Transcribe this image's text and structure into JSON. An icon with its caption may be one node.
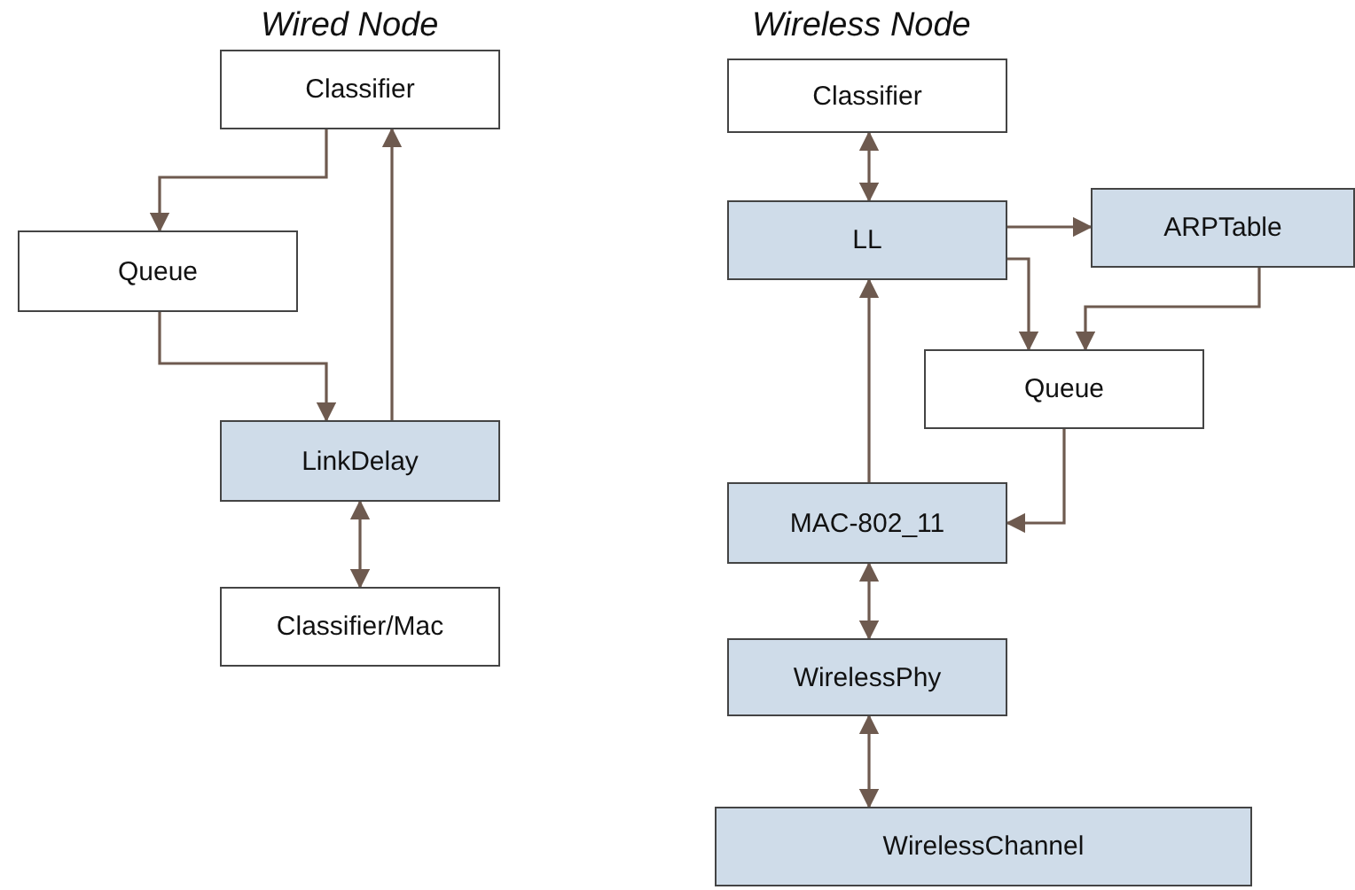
{
  "diagram": {
    "nodes": [
      {
        "text": [
          "Classifier"
        ]
      },
      {
        "text": [
          "Queue"
        ]
      },
      {
        "text": [
          "LinkDelay"
        ]
      },
      {
        "text": [
          "Classifier/Mac"
        ]
      },
      {
        "text": [
          "Classifier"
        ]
      },
      {
        "text": [
          "LL"
        ]
      },
      {
        "text": [
          "ARPTable"
        ]
      },
      {
        "text": [
          "Queue"
        ]
      },
      {
        "text": [
          "MAC-802_11"
        ]
      },
      {
        "text": [
          "WirelessPhy"
        ]
      },
      {
        "text": [
          "WirelessChannel"
        ]
      }
    ],
    "edges": [
      {
        "from": 0,
        "to": 1,
        "arrow": "to"
      },
      {
        "from": 1,
        "to": 2,
        "arrow": "to"
      },
      {
        "from": 2,
        "to": 0,
        "arrow": "to"
      },
      {
        "from": 2,
        "to": 3,
        "arrow": "both"
      },
      {
        "from": 4,
        "to": 5,
        "arrow": "both"
      },
      {
        "from": 5,
        "to": 6,
        "arrow": "to"
      },
      {
        "from": 5,
        "to": 7,
        "arrow": "to"
      },
      {
        "from": 6,
        "to": 7,
        "arrow": "to"
      },
      {
        "from": 7,
        "to": 8,
        "arrow": "to"
      },
      {
        "from": 8,
        "to": 5,
        "arrow": "to"
      },
      {
        "from": 8,
        "to": 9,
        "arrow": "both"
      },
      {
        "from": 9,
        "to": 10,
        "arrow": "both"
      }
    ],
    "labels": [
      "Wired Node",
      "Wireless Node"
    ]
  }
}
